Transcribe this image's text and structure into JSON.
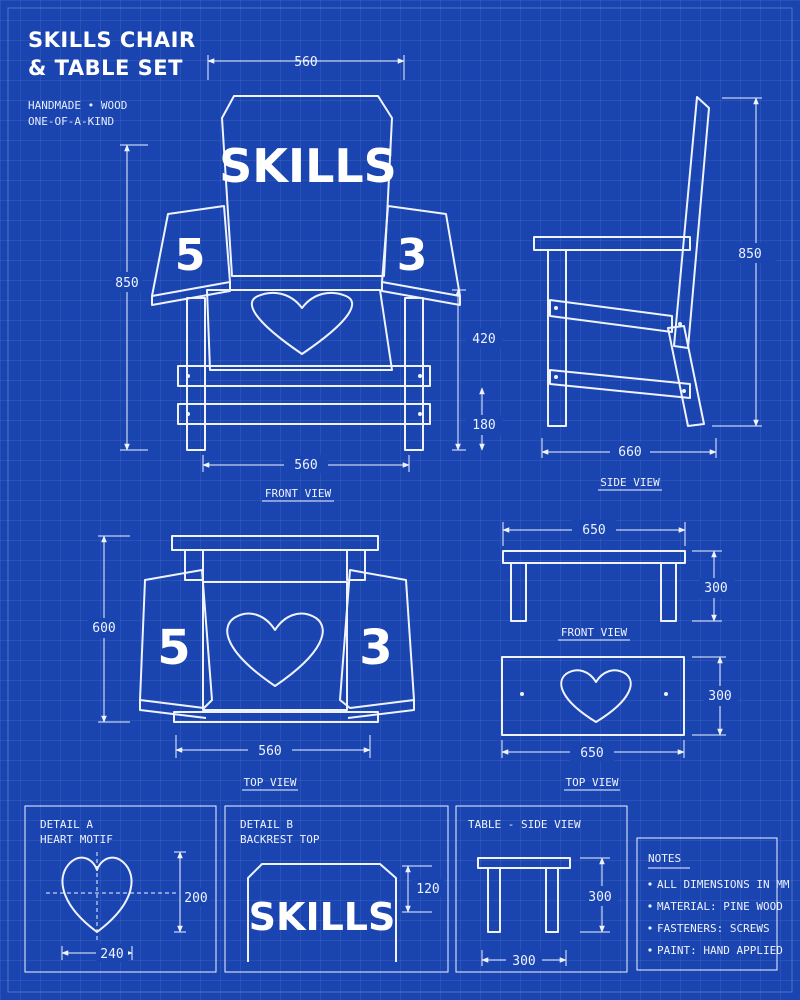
{
  "title": {
    "line1": "SKILLS CHAIR",
    "line2": "& TABLE SET"
  },
  "subtitle": {
    "line1": "HANDMADE • WOOD",
    "line2": "ONE-OF-A-KIND"
  },
  "chair": {
    "backrest_text": "SKILLS",
    "left_arm_number": "5",
    "right_arm_number": "3",
    "front_view": {
      "label": "FRONT VIEW",
      "dim_width_top": "560",
      "dim_width_bottom": "560",
      "dim_height": "850",
      "dim_seat_height": "420",
      "dim_rail_height": "180"
    },
    "side_view": {
      "label": "SIDE VIEW",
      "dim_height": "850",
      "dim_depth": "660"
    },
    "top_view": {
      "label": "TOP VIEW",
      "dim_depth": "600",
      "dim_width": "560"
    }
  },
  "table": {
    "front_view": {
      "label": "FRONT VIEW",
      "dim_width": "650",
      "dim_height": "300"
    },
    "top_view": {
      "label": "TOP VIEW",
      "dim_width": "650",
      "dim_depth": "300"
    }
  },
  "detail_a": {
    "title_line1": "DETAIL A",
    "title_line2": "HEART MOTIF",
    "dim_height": "200",
    "dim_width": "240"
  },
  "detail_b": {
    "title_line1": "DETAIL B",
    "title_line2": "BACKREST TOP",
    "text": "SKILLS",
    "dim_height": "120"
  },
  "table_side": {
    "title": "TABLE - SIDE VIEW",
    "dim_height": "300",
    "dim_width": "300"
  },
  "notes": {
    "title": "NOTES",
    "items": [
      "ALL DIMENSIONS IN MM",
      "MATERIAL: PINE WOOD",
      "FASTENERS: SCREWS",
      "PAINT: HAND APPLIED"
    ]
  },
  "colors": {
    "background": "#1a44b0",
    "line": "#eef3ff"
  }
}
